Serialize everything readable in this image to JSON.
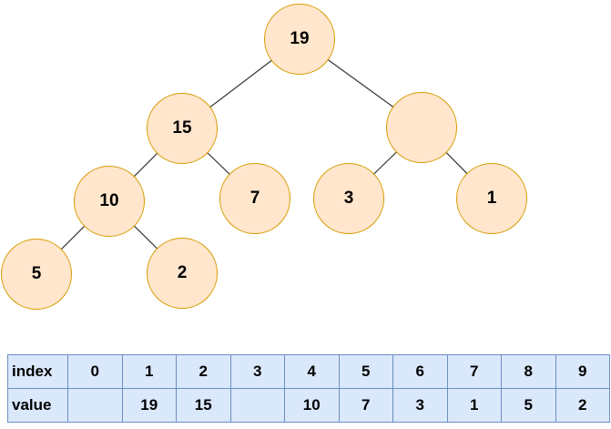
{
  "tree": {
    "nodes": [
      {
        "name": "root",
        "value": "19"
      },
      {
        "name": "left",
        "value": "15"
      },
      {
        "name": "right-empty",
        "value": ""
      },
      {
        "name": "left-left",
        "value": "10"
      },
      {
        "name": "left-right",
        "value": "7"
      },
      {
        "name": "right-left",
        "value": "3"
      },
      {
        "name": "right-right",
        "value": "1"
      },
      {
        "name": "ll-left",
        "value": "5"
      },
      {
        "name": "ll-right",
        "value": "2"
      }
    ],
    "edges": [
      [
        "19",
        "15"
      ],
      [
        "19",
        "(empty)"
      ],
      [
        "15",
        "10"
      ],
      [
        "15",
        "7"
      ],
      [
        "(empty)",
        "3"
      ],
      [
        "(empty)",
        "1"
      ],
      [
        "10",
        "5"
      ],
      [
        "10",
        "2"
      ]
    ]
  },
  "table": {
    "row_labels": {
      "index": "index",
      "value": "value"
    },
    "index_cells": [
      "0",
      "1",
      "2",
      "3",
      "4",
      "5",
      "6",
      "7",
      "8",
      "9"
    ],
    "value_cells": [
      "",
      "19",
      "15",
      "",
      "10",
      "7",
      "3",
      "1",
      "5",
      "2"
    ]
  },
  "colors": {
    "node_fill": "#FFE6CC",
    "node_border": "#D79B00",
    "edge_line": "#333333",
    "cell_fill": "#DAE8FC",
    "cell_border": "#6C8EBF",
    "text": "#000000",
    "background": "#FFFFFF"
  }
}
